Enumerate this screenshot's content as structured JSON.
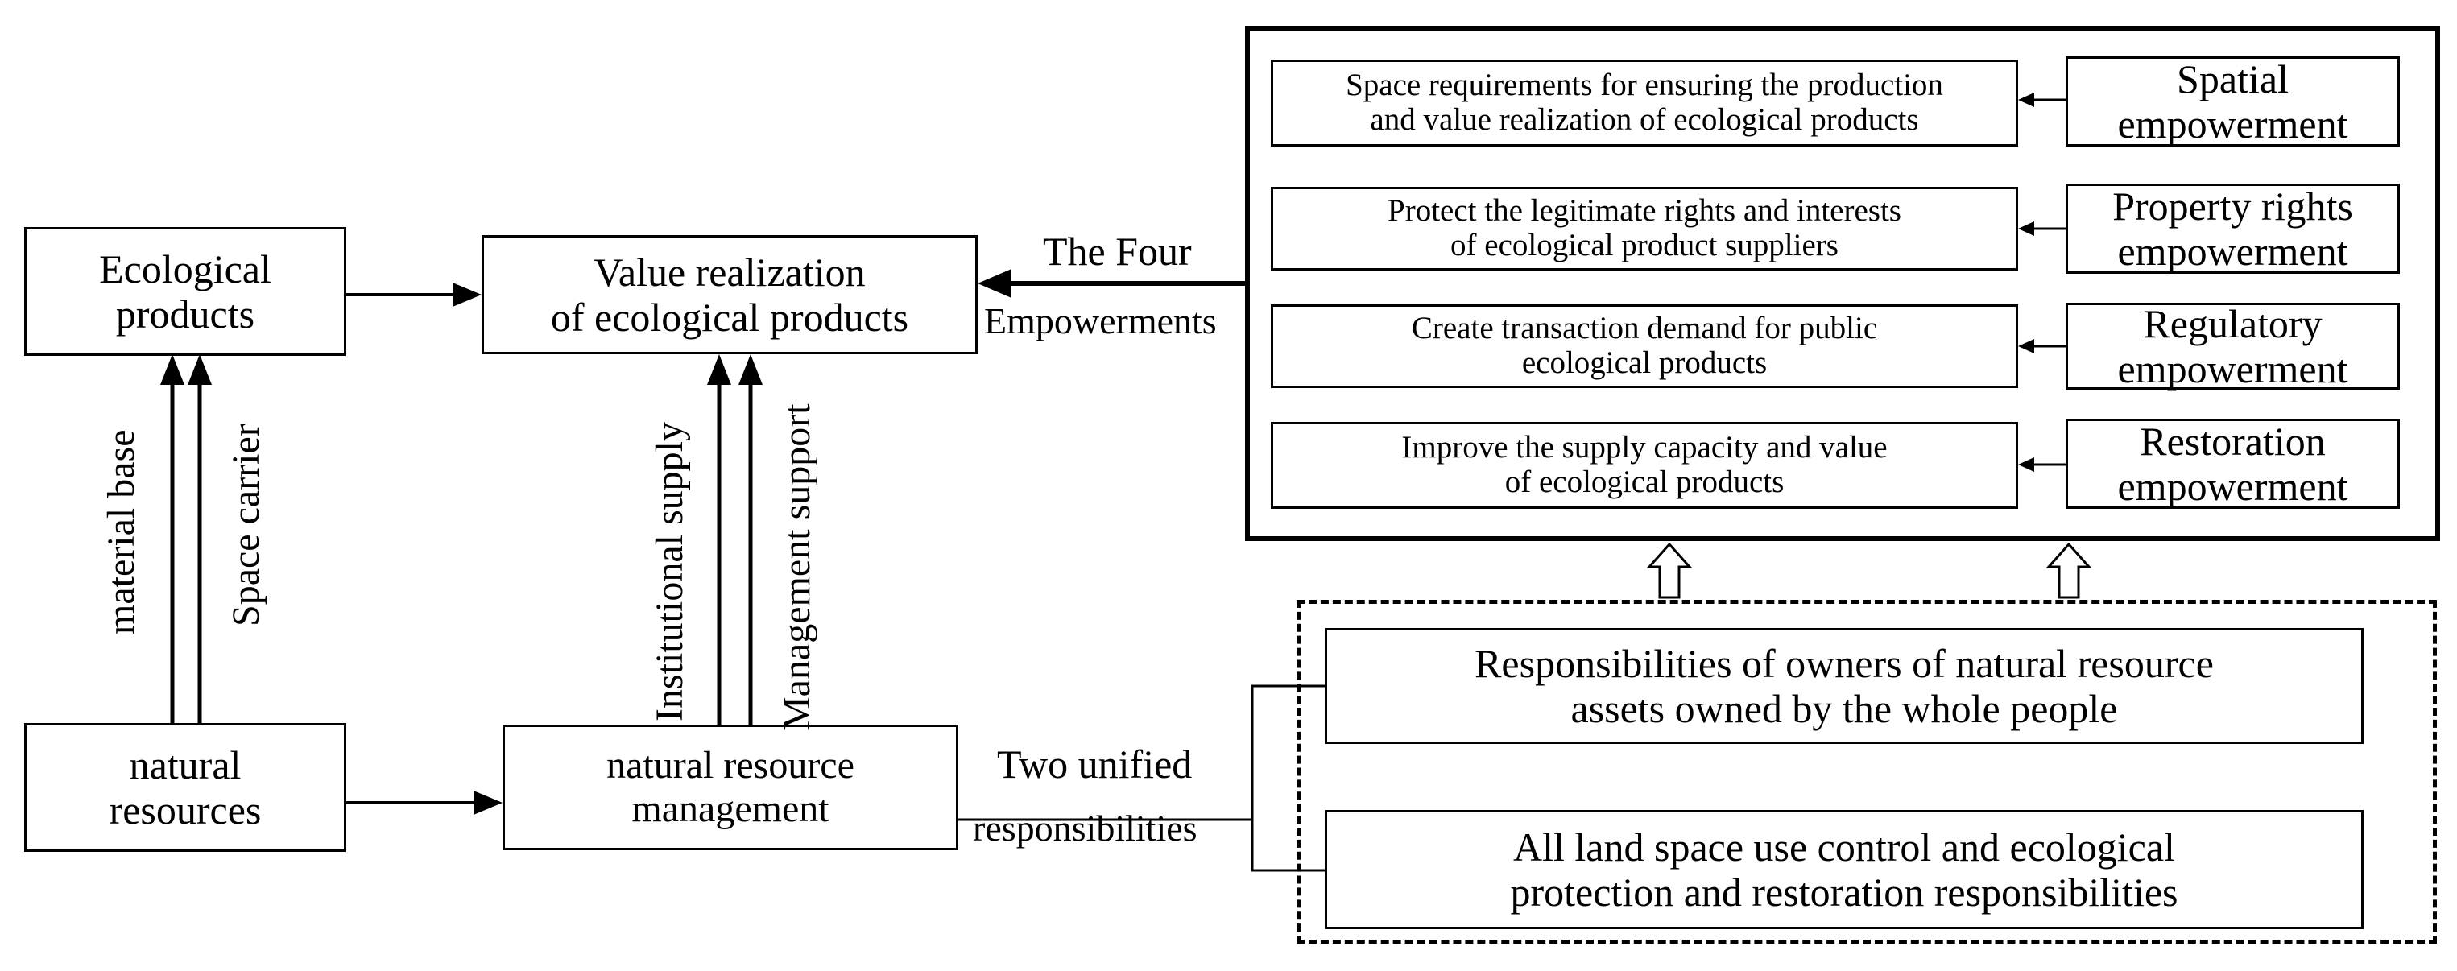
{
  "nodes": {
    "ecological_products": "Ecological\nproducts",
    "value_realization": "Value realization\nof ecological products",
    "natural_resources": "natural\nresources",
    "nr_management": "natural resource\nmanagement",
    "req_spatial": "Space requirements for ensuring the production\nand value realization of ecological products",
    "req_property": "Protect the legitimate rights and interests\nof ecological product suppliers",
    "req_regulatory": "Create transaction demand for public\necological products",
    "req_restoration": "Improve the supply capacity and value\nof ecological products",
    "emp_spatial": "Spatial\nempowerment",
    "emp_property": "Property rights\nempowerment",
    "emp_regulatory": "Regulatory\nempowerment",
    "emp_restoration": "Restoration\nempowerment",
    "resp_owners": "Responsibilities of owners of natural resource\nassets owned by the whole people",
    "resp_land": "All land space use control and ecological\nprotection and restoration responsibilities"
  },
  "edge_labels": {
    "the_four": "The Four",
    "empowerments": "Empowerments",
    "two_unified": "Two unified",
    "responsibilities": "responsibilities",
    "material_base": "material base",
    "space_carrier": "Space carrier",
    "institutional_supply": "Institutional supply",
    "management_support": "Management support"
  }
}
